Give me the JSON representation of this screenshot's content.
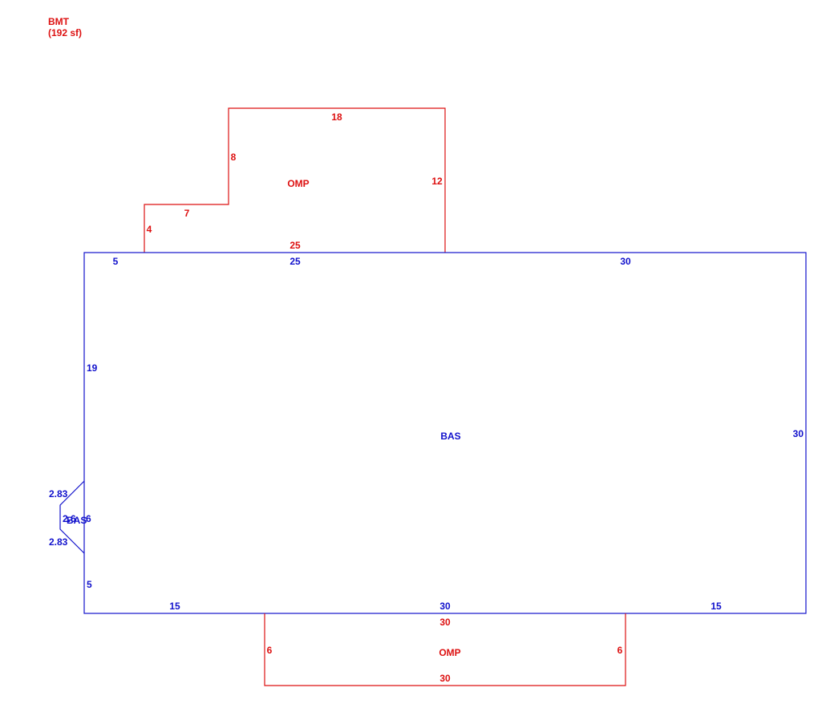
{
  "legend": {
    "code": "BMT",
    "area": "(192 sf)"
  },
  "colors": {
    "porch": "#dd1111",
    "living": "#1111cc",
    "background": "#ffffff"
  },
  "areas": {
    "omp_top": {
      "label": "OMP",
      "dims": {
        "top": "18",
        "right": "12",
        "left_upper": "8",
        "step": "7",
        "left_lower": "4",
        "bottom": "25"
      }
    },
    "bas_main": {
      "label": "BAS",
      "dims": {
        "top_left": "5",
        "top_mid": "25",
        "top_right": "30",
        "left_upper": "19",
        "right": "30",
        "left_lower": "5",
        "bottom_left": "15",
        "bottom_mid": "30",
        "bottom_right": "15"
      }
    },
    "bas_bay": {
      "label": "BAS",
      "dims": {
        "upper_diag": "2.83",
        "front": "2.6",
        "back": "6",
        "lower_diag": "2.83"
      }
    },
    "omp_bottom": {
      "label": "OMP",
      "dims": {
        "top": "30",
        "left": "6",
        "right": "6",
        "bottom": "30"
      }
    }
  }
}
